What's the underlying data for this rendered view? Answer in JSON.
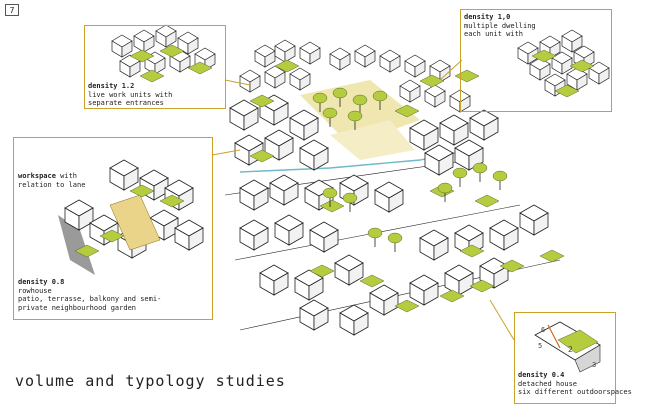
{
  "page_number": "7",
  "title": "volume and typology studies",
  "colors": {
    "accent_green": "#b5cc3f",
    "callout_border": "#c9a227",
    "sand": "#efe6b0",
    "line": "#222222",
    "water": "#6fb9c8"
  },
  "callouts": [
    {
      "id": "c12",
      "density": "density 1.2",
      "lines": [
        "live work units with",
        "separate entrances"
      ]
    },
    {
      "id": "c10",
      "density": "density 1,0",
      "lines": [
        "multiple dwelling",
        "each unit with"
      ]
    },
    {
      "id": "cws",
      "keyword": "workspace",
      "keyword_suffix": " with",
      "lines": [
        "relation to lane"
      ],
      "density": "density 0.8",
      "lines2": [
        "rowhouse",
        "patio, terrasse, balkony and semi-",
        "private neighbourhood garden"
      ]
    },
    {
      "id": "c04",
      "density": "density 0.4",
      "lines": [
        "detached house",
        "six different outdoorspaces"
      ]
    }
  ],
  "detached_numbers": [
    "6",
    "2",
    "5",
    "3"
  ]
}
